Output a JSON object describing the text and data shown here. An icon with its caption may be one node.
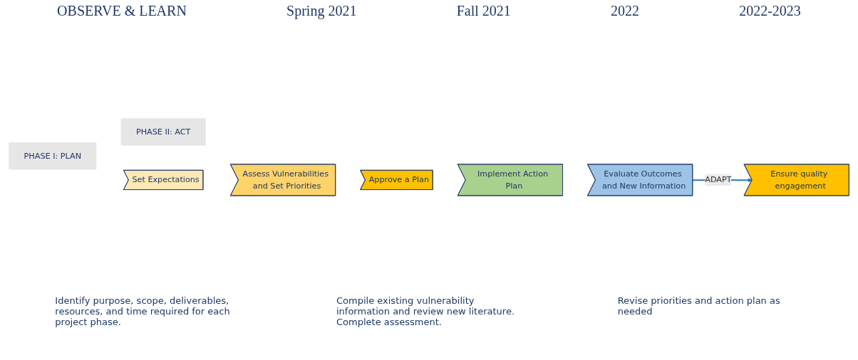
{
  "diagram": {
    "nodes": [
      {
        "text": [
          "PHASE I: PLAN"
        ]
      },
      {
        "text": [
          "PHASE II: ACT"
        ]
      },
      {
        "text": [
          "Set Expectations"
        ]
      },
      {
        "text": [
          "Assess Vulnerabilities and Set Priorities"
        ]
      },
      {
        "text": [
          "Approve a Plan"
        ]
      },
      {
        "text": [
          "Implement Action Plan"
        ]
      },
      {
        "text": [
          "Evaluate Outcomes and New Information"
        ]
      },
      {
        "text": [
          "Ensure quality engagement"
        ]
      }
    ],
    "edges": [
      {
        "from": 6,
        "to": 7,
        "arrow": "to",
        "label": "ADAPT"
      }
    ],
    "labels": [
      "OBSERVE & LEARN",
      "Spring 2021",
      "Fall 2021",
      "2022",
      "2022-2023",
      "Identify purpose, scope, deliverables, resources, and time required for each project phase.",
      "Compile existing vulnerability information and review new literature. Complete assessment.",
      "Revise priorities and action plan as needed"
    ]
  }
}
